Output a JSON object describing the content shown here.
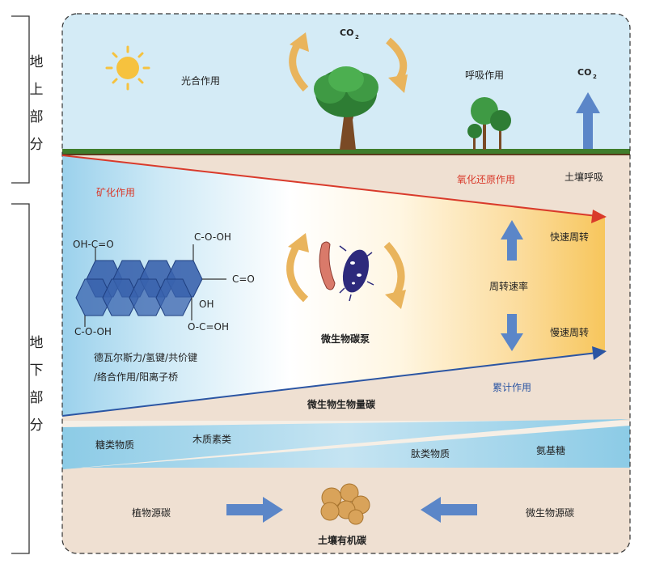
{
  "side_labels": {
    "above": [
      "地",
      "上",
      "部",
      "分"
    ],
    "below": [
      "地",
      "下",
      "部",
      "分"
    ]
  },
  "above": {
    "photosynthesis": "光合作用",
    "co2_top": "CO",
    "co2_sub": "2",
    "respiration": "呼吸作用",
    "co2_right": "CO",
    "co2_right_sub": "2"
  },
  "soil": {
    "mineralization": "矿化作用",
    "redox": "氧化还原作用",
    "soil_respiration": "土壤呼吸",
    "fast_turnover": "快速周转",
    "turnover_rate": "周转速率",
    "slow_turnover": "慢速周转",
    "accumulation": "累计作用",
    "microbial_pump": "微生物碳泵",
    "microbial_biomass": "微生物生物量碳",
    "bonds_line1": "德瓦尔斯力/氢键/共价键",
    "bonds_line2": "/络合作用/阳离子桥"
  },
  "molecule": {
    "oh_c_o": "OH-C=O",
    "c_o_oh_top": "C-O-OH",
    "c_o": "C=O",
    "oh": "OH",
    "o_c_oh": "O-C=OH",
    "c_o_oh_bottom": "C-O-OH"
  },
  "band": {
    "sugars": "糖类物质",
    "lignin": "木质素类",
    "peptides": "肽类物质",
    "amino_sugars": "氨基糖"
  },
  "bottom": {
    "plant_carbon": "植物源碳",
    "microbial_carbon": "微生物源碳",
    "soc": "土壤有机碳"
  },
  "colors": {
    "sky": "#d4ebf6",
    "soil": "#efe0d2",
    "grass": "#3f7d2c",
    "red_arrow": "#d93a2b",
    "blue_arrow": "#2b55a3",
    "hexagon": "#3a63ad",
    "gold_arrow": "#e9b45c",
    "up_arrow": "#5b86c8"
  }
}
